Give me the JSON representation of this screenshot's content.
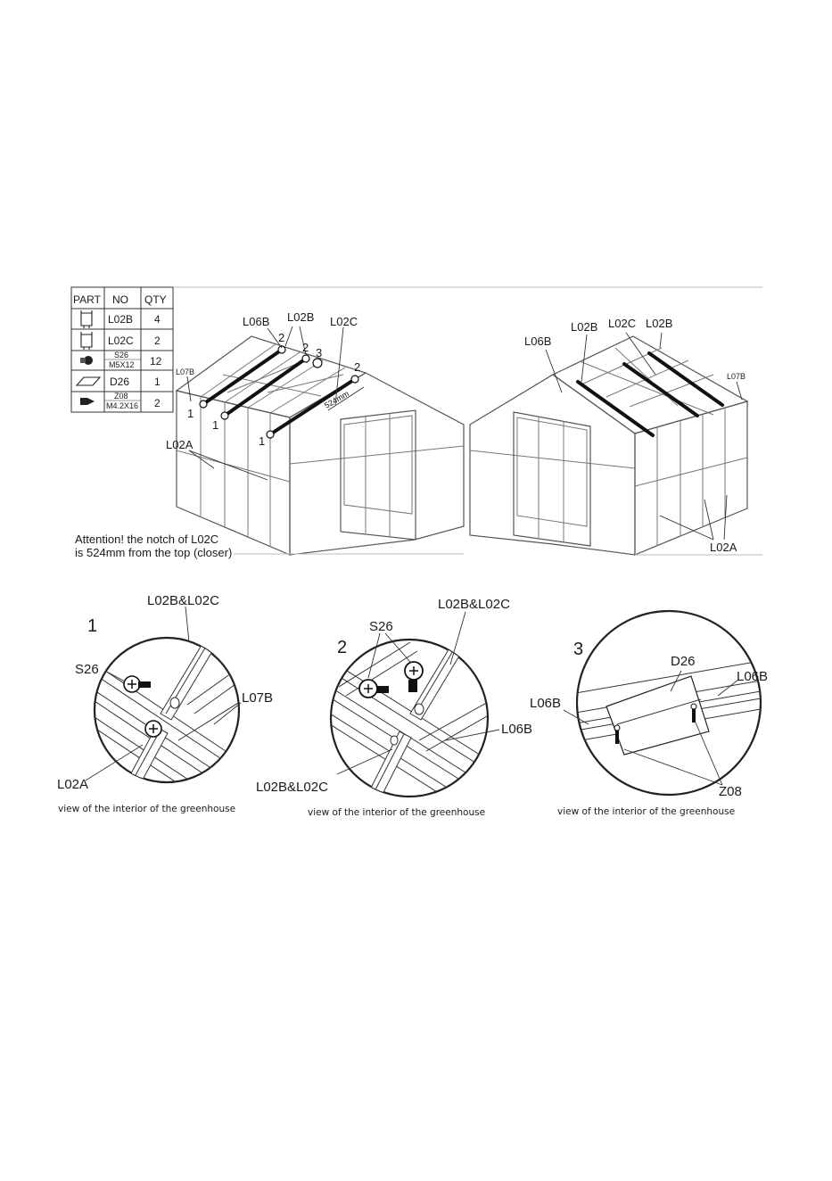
{
  "parts_table": {
    "headers": [
      "PART",
      "NO",
      "QTY"
    ],
    "rows": [
      {
        "icon": "profile-bracket-icon",
        "no": "L02B",
        "no_sub": "",
        "qty": "4"
      },
      {
        "icon": "profile-bracket-icon",
        "no": "L02C",
        "no_sub": "",
        "qty": "2"
      },
      {
        "icon": "bolt-nut-icon",
        "no": "S26",
        "no_sub": "M5X12",
        "qty": "12"
      },
      {
        "icon": "plate-icon",
        "no": "D26",
        "no_sub": "",
        "qty": "1"
      },
      {
        "icon": "screw-icon",
        "no": "Z08",
        "no_sub": "M4.2X16",
        "qty": "2"
      }
    ]
  },
  "left_view": {
    "labels": {
      "l06b": "L06B",
      "l02b": "L02B",
      "l02c": "L02C",
      "l07b": "L07B",
      "l02a": "L02A",
      "n2a": "2",
      "n2b": "2",
      "n3": "3",
      "n2c": "2",
      "n1a": "1",
      "n1b": "1",
      "n1c": "1",
      "dim": "524mm"
    },
    "note_line1": "Attention! the notch of L02C",
    "note_line2": "is 524mm from the top (closer)"
  },
  "right_view": {
    "labels": {
      "l06b": "L06B",
      "l02b_a": "L02B",
      "l02c": "L02C",
      "l02b_b": "L02B",
      "l07b": "L07B",
      "l02a": "L02A"
    }
  },
  "details": [
    {
      "step": "1",
      "labels": {
        "top": "L02B&L02C",
        "s26": "S26",
        "l07b": "L07B",
        "l02a": "L02A"
      },
      "caption": "view of the interior of the greenhouse"
    },
    {
      "step": "2",
      "labels": {
        "s26": "S26",
        "top": "L02B&L02C",
        "l06b": "L06B",
        "bottom": "L02B&L02C"
      },
      "caption": "view of the interior of the greenhouse"
    },
    {
      "step": "3",
      "labels": {
        "d26": "D26",
        "l06b_r": "L06B",
        "l06b_l": "L06B",
        "z08": "Z08"
      },
      "caption": "view of the interior of the greenhouse"
    }
  ],
  "colors": {
    "line": "#777777",
    "bar": "#111111",
    "text": "#1a1a1a"
  }
}
